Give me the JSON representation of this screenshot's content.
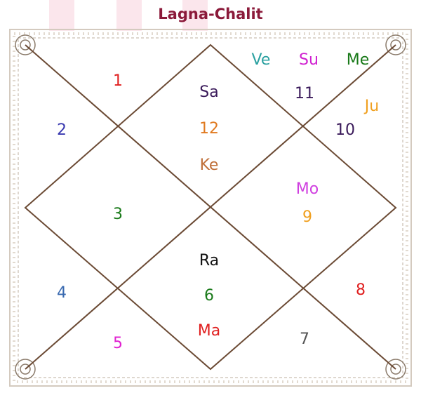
{
  "title": "Lagna-Chalit",
  "colors": {
    "title": "#8b1a3a",
    "frame": "#c9bfb3",
    "lines": "#6b4a34"
  },
  "houses": [
    {
      "id": "h1",
      "label": "1",
      "color": "#e02020"
    },
    {
      "id": "h2",
      "label": "2",
      "color": "#3a3ab0"
    },
    {
      "id": "h3",
      "label": "3",
      "color": "#1a7a1a"
    },
    {
      "id": "h4",
      "label": "4",
      "color": "#3a6ab0"
    },
    {
      "id": "h5",
      "label": "5",
      "color": "#e020d0"
    },
    {
      "id": "h6",
      "label": "6",
      "color": "#1a7a1a"
    },
    {
      "id": "h7",
      "label": "7",
      "color": "#555555"
    },
    {
      "id": "h8",
      "label": "8",
      "color": "#e02020"
    },
    {
      "id": "h9",
      "label": "9",
      "color": "#f0a020"
    },
    {
      "id": "h10",
      "label": "10",
      "color": "#3a1a5a"
    },
    {
      "id": "h11",
      "label": "11",
      "color": "#3a1a5a"
    },
    {
      "id": "h12",
      "label": "12",
      "color": "#e07a20"
    }
  ],
  "planets": [
    {
      "id": "ve",
      "label": "Ve",
      "color": "#2aa0a0"
    },
    {
      "id": "su",
      "label": "Su",
      "color": "#d020d0"
    },
    {
      "id": "me",
      "label": "Me",
      "color": "#1a7a1a"
    },
    {
      "id": "ju",
      "label": "Ju",
      "color": "#f0a020"
    },
    {
      "id": "sa",
      "label": "Sa",
      "color": "#3a1a5a"
    },
    {
      "id": "ke",
      "label": "Ke",
      "color": "#c0703a"
    },
    {
      "id": "mo",
      "label": "Mo",
      "color": "#d040e0"
    },
    {
      "id": "ra",
      "label": "Ra",
      "color": "#111111"
    },
    {
      "id": "ma",
      "label": "Ma",
      "color": "#e02020"
    }
  ]
}
